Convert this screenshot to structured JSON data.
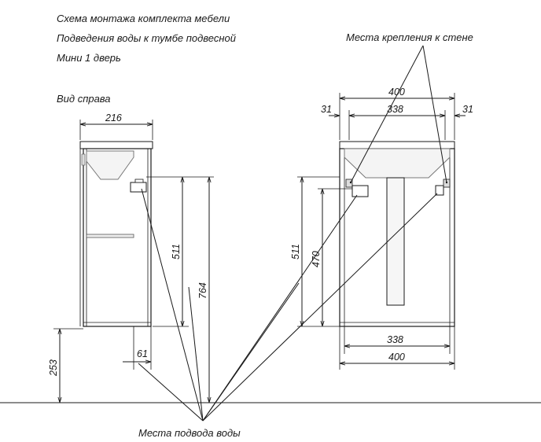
{
  "header": {
    "line1": "Схема монтажа комплекта мебели",
    "line2": "Подведения воды к тумбе подвесной",
    "line3": "Мини 1 дверь"
  },
  "side_view_label": "Вид справа",
  "wall_mounts_label": "Места крепления к стене",
  "water_inlets_label": "Места подвода воды",
  "dimensions": {
    "side_width": "216",
    "side_height_511": "511",
    "side_height_764": "764",
    "floor_253": "253",
    "offset_61": "61",
    "front_top_400": "400",
    "front_inner_338": "338",
    "left_31": "31",
    "right_31": "31",
    "front_height_511": "511",
    "front_height_470": "470",
    "bottom_338": "338",
    "bottom_400": "400"
  }
}
